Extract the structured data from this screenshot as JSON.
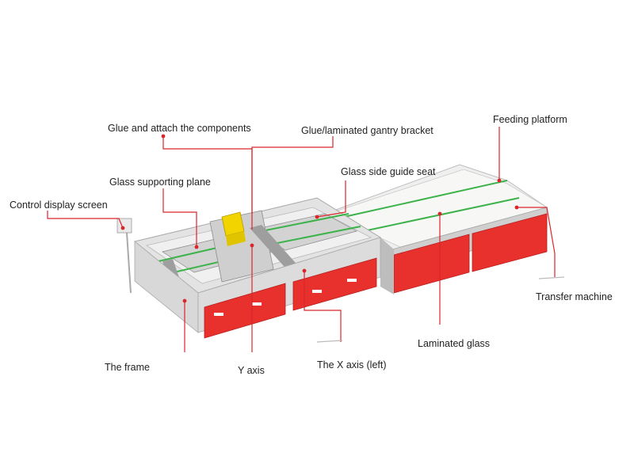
{
  "labels": {
    "glue_attach": "Glue and attach the components",
    "gantry_bracket": "Glue/laminated gantry bracket",
    "feeding_platform": "Feeding platform",
    "side_guide_seat": "Glass side guide seat",
    "supporting_plane": "Glass supporting plane",
    "control_screen": "Control display screen",
    "transfer_machine": "Transfer machine",
    "laminated_glass": "Laminated glass",
    "the_frame": "The frame",
    "y_axis": "Y axis",
    "x_axis_left": "The X axis (left)"
  },
  "colors": {
    "leader_line": "#d9262b",
    "cabinet_red": "#e8302d",
    "gantry_yellow": "#f2d400",
    "glass_green": "#3cb34a",
    "frame_grey": "#c8c8c8"
  }
}
